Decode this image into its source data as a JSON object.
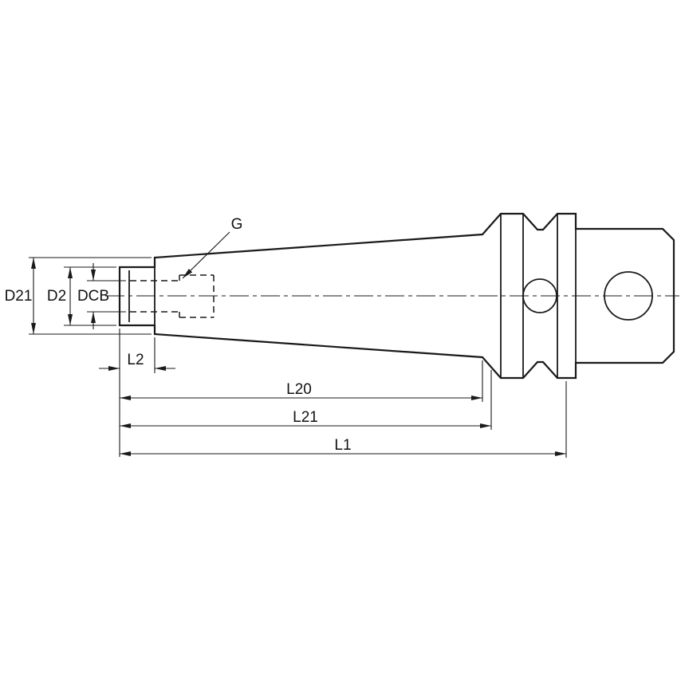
{
  "diagram": {
    "kind": "technical-dimension-drawing",
    "colors": {
      "line": "#1a1a1a",
      "background": "#ffffff"
    },
    "labels": {
      "d21": "D21",
      "d2": "D2",
      "dcb": "DCB",
      "g": "G",
      "l2": "L2",
      "l20": "L20",
      "l21": "L21",
      "l1": "L1"
    }
  }
}
